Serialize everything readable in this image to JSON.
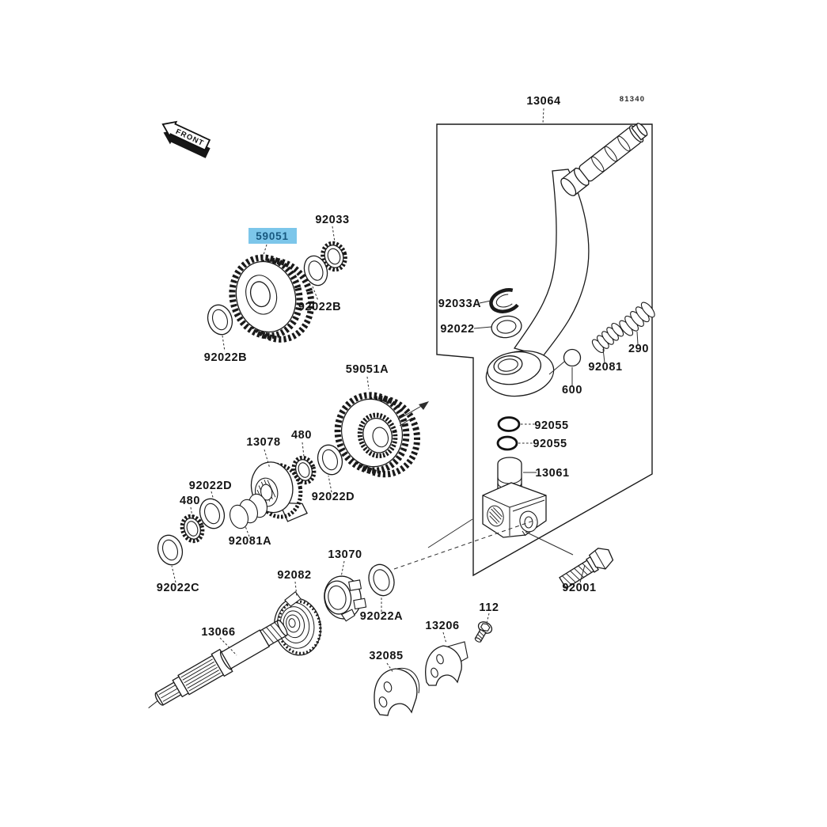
{
  "diagram": {
    "front_marker": "FRONT",
    "sheet_code": "81340",
    "highlight": {
      "part": "59051",
      "bg": "#7cc6ea",
      "fg": "#17587f"
    },
    "line_color": "#1a1a1a",
    "labels": [
      "13064",
      "92033",
      "92022B",
      "92022B",
      "59051A",
      "13078",
      "480",
      "92022D",
      "92022D",
      "480",
      "92081A",
      "92022C",
      "92082",
      "13070",
      "92022A",
      "13066",
      "32085",
      "13206",
      "112",
      "92001",
      "92033A",
      "92022",
      "92081",
      "290",
      "600",
      "92055",
      "92055",
      "13061"
    ]
  }
}
